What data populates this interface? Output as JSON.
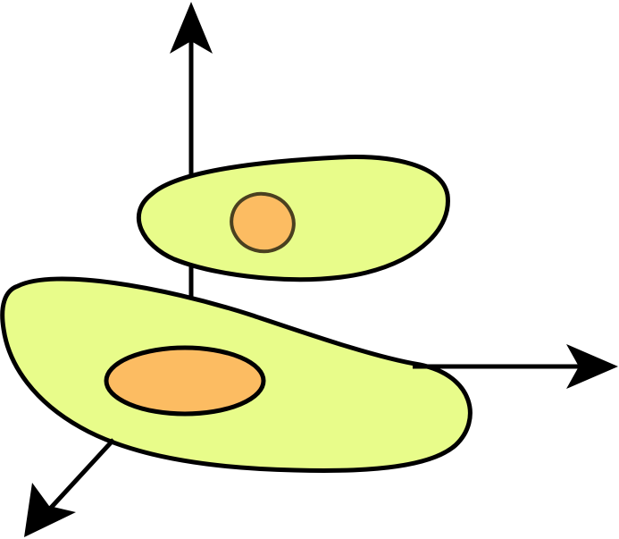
{
  "diagram": {
    "colors": {
      "outline": "#000000",
      "blob_fill": "#e8fc8a",
      "core_fill": "#fcbc62",
      "upper_core_outline": "#4a4020",
      "background": "#ffffff"
    },
    "elements": {
      "axes": [
        "vertical-axis",
        "horizontal-axis",
        "diagonal-axis"
      ],
      "shapes": [
        "upper-blob",
        "upper-core",
        "lower-blob",
        "lower-core"
      ]
    }
  }
}
